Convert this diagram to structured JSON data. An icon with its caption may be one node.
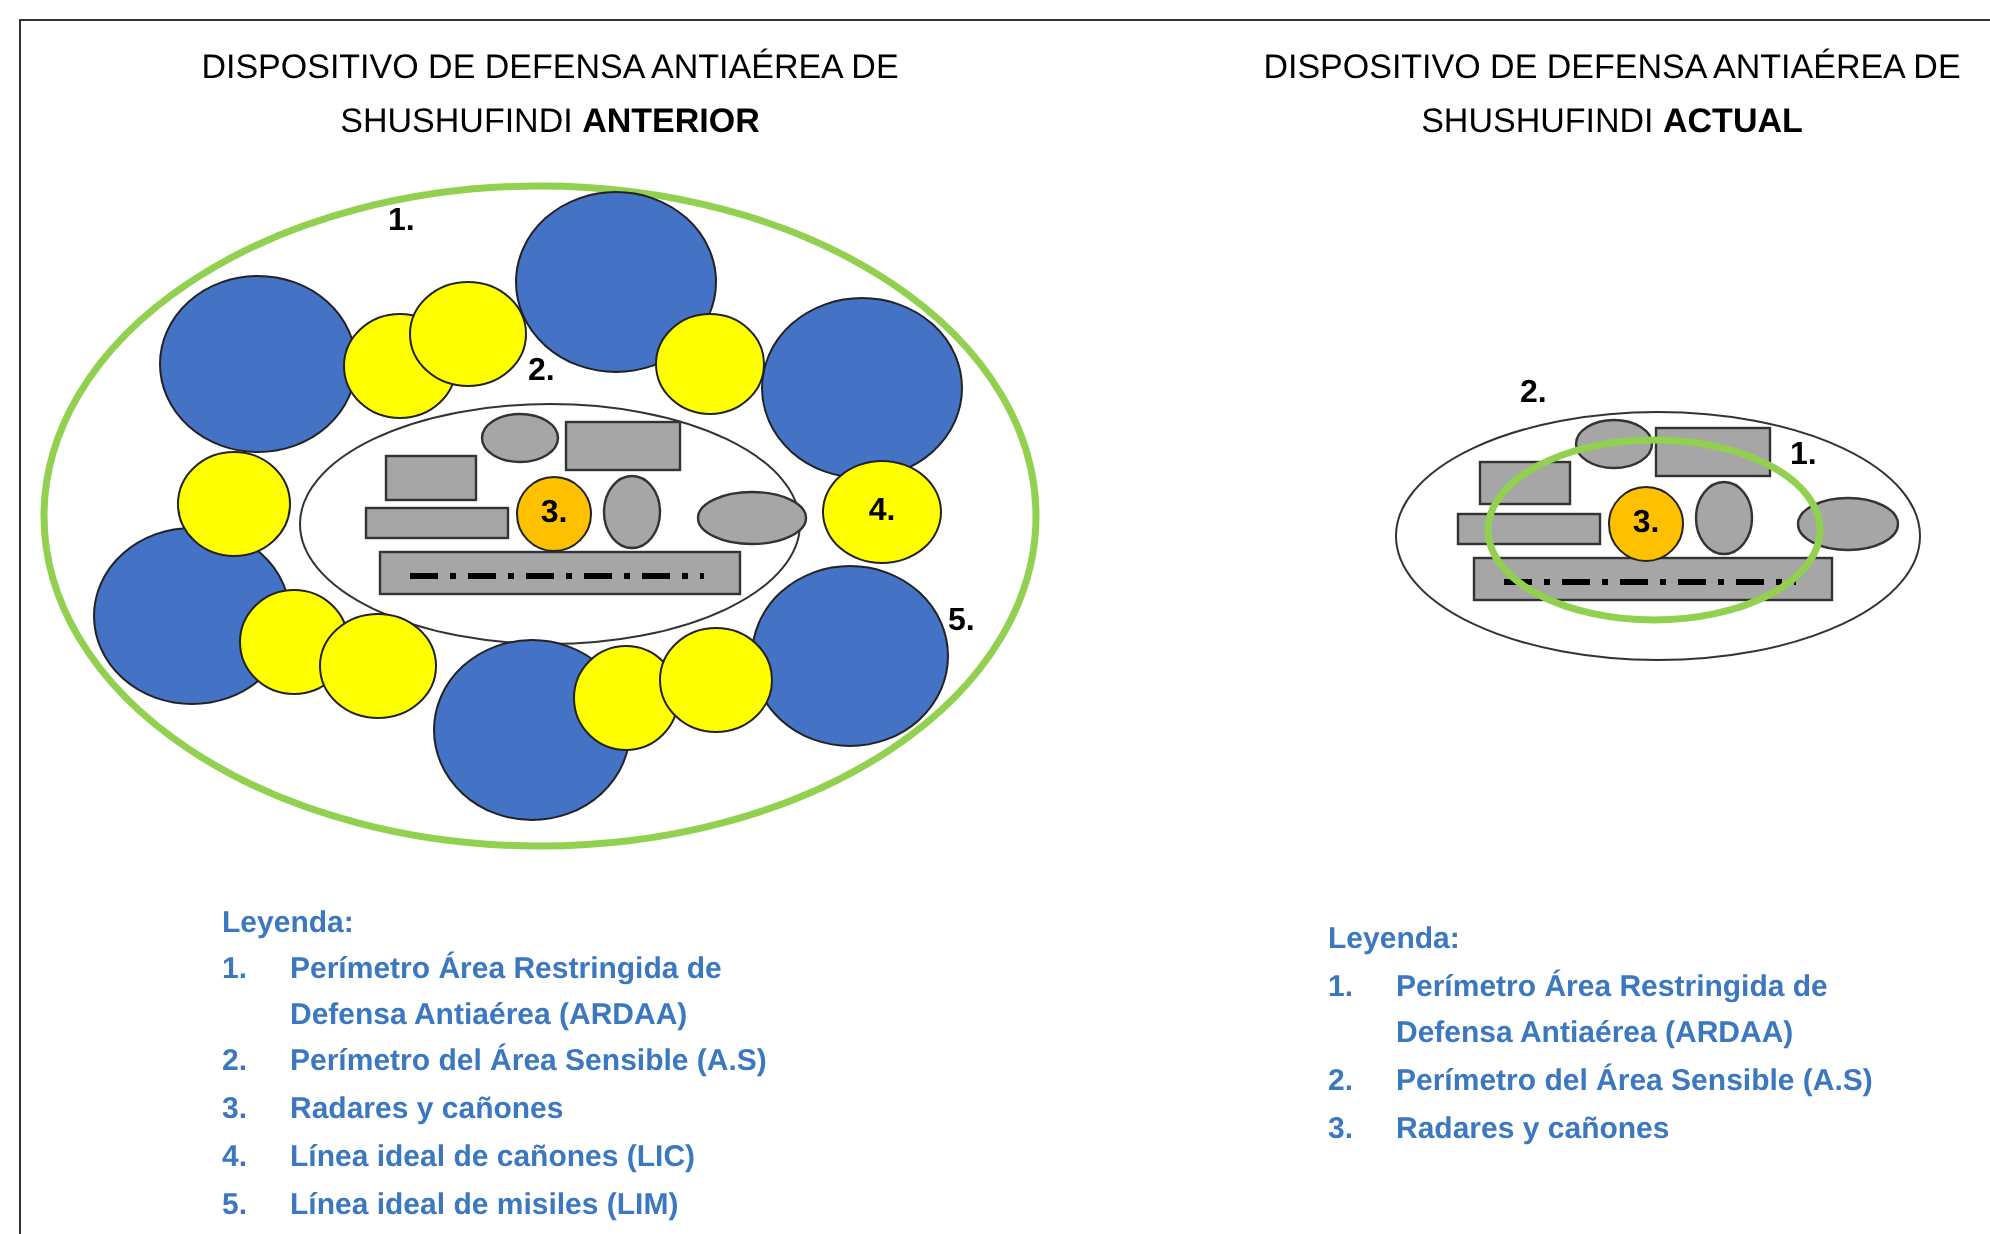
{
  "diagram": {
    "nodes": [
      {
        "text": [
          "3."
        ]
      },
      {
        "text": [
          "4."
        ]
      },
      {
        "text": [
          "3."
        ]
      }
    ],
    "labels": [
      "DISPOSITIVO DE DEFENSA ANTIAÉREA DE SHUSHUFINDI **ANTERIOR**",
      "DISPOSITIVO DE DEFENSA ANTIAÉREA DE SHUSHUFINDI **ACTUAL**",
      "1.",
      "2.",
      "5.",
      "2.",
      "1.",
      "Leyenda:",
      "1.",
      "Perímetro Área Restringida de Defensa Antiaérea (ARDAA)",
      "2.",
      "Perímetro del Área Sensible (A.S)",
      "3.",
      "Radares y cañones",
      "4.",
      "Línea ideal de cañones (LIC)",
      "5.",
      "Línea ideal de misiles (LIM)",
      "Leyenda:",
      "1.",
      "Perímetro Área Restringida de Defensa Antiaérea (ARDAA)",
      "2.",
      "Perímetro del Área Sensible (A.S)",
      "3.",
      "Radares y cañones"
    ]
  }
}
